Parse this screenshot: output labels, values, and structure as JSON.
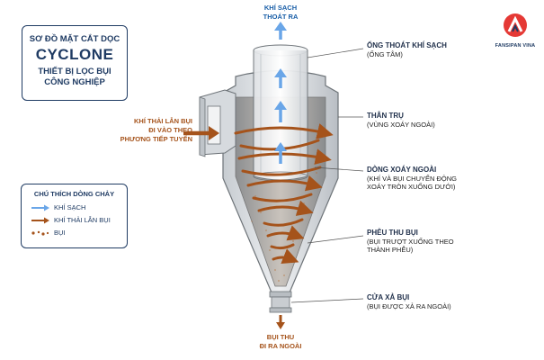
{
  "title": {
    "line1": "SƠ ĐỒ MẶT CẮT DỌC",
    "line2": "CYCLONE",
    "line3": "THIẾT BỊ LỌC BỤI",
    "line4": "CÔNG NGHIỆP"
  },
  "logo": {
    "text": "FANSIPAN VINA"
  },
  "top_label": {
    "line1": "KHÍ SẠCH",
    "line2": "THOÁT RA"
  },
  "bottom_label": {
    "line1": "BỤI THU",
    "line2": "ĐI RA NGOÀI"
  },
  "inlet_label": {
    "line1": "KHÍ THẢI LẪN BỤI",
    "line2": "ĐI VÀO THEO",
    "line3": "PHƯƠNG TIẾP TUYẾN"
  },
  "annotations": {
    "outlet_pipe": {
      "title": "ỐNG THOÁT KHÍ SẠCH",
      "desc": "(ỐNG TÂM)"
    },
    "cylinder": {
      "title": "THÂN TRỤ",
      "desc": "(VÙNG XOÁY NGOÀI)"
    },
    "outer_vortex": {
      "title": "DÒNG XOÁY NGOÀI",
      "desc1": "(KHÍ VÀ BỤI CHUYỂN ĐỘNG",
      "desc2": "XOÁY TRÒN XUỐNG DƯỚI)"
    },
    "hopper": {
      "title": "PHỄU THU BỤI",
      "desc1": "(BỤI TRƯỢT XUỐNG THEO",
      "desc2": "THÀNH PHỄU)"
    },
    "dust_outlet": {
      "title": "CỬA XẢ BỤI",
      "desc": "(BỤI ĐƯỢC XẢ RA NGOÀI)"
    }
  },
  "legend": {
    "title": "CHÚ THÍCH DÒNG CHẢY",
    "items": [
      {
        "label": "KHÍ SẠCH",
        "icon": "blue-arrow-icon",
        "color": "#6aa6e8"
      },
      {
        "label": "KHÍ THẢI LẪN BỤI",
        "icon": "brown-arrow-icon",
        "color": "#a5531b"
      },
      {
        "label": "BỤI",
        "icon": "dust-dots-icon",
        "color": "#a5531b"
      }
    ]
  },
  "colors": {
    "navy": "#1f3b63",
    "clean_air": "#6aa6e8",
    "dirty_air": "#a5531b",
    "logo_red": "#e53935"
  }
}
